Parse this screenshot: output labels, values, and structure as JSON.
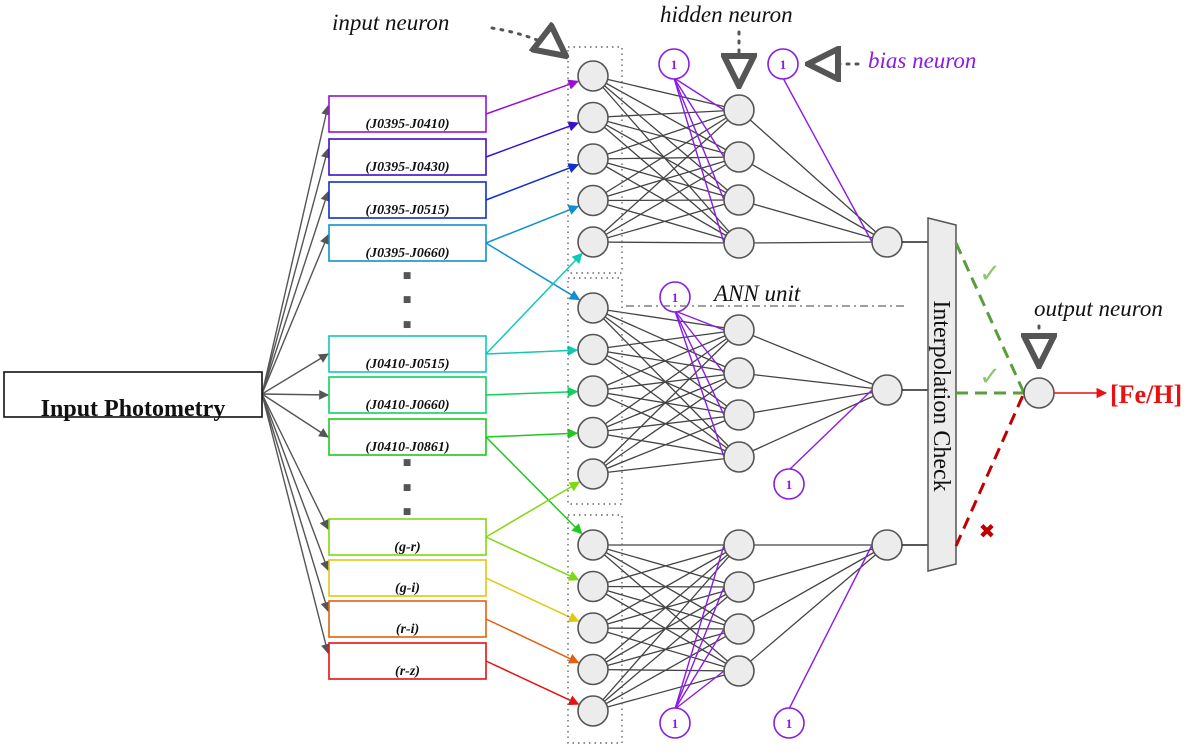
{
  "diagram": {
    "input_box": {
      "label": "Input Photometry"
    },
    "features": [
      {
        "label": "(J0395-J0410)",
        "color": "#9a10d4",
        "group": 0,
        "targets": [
          [
            0,
            0
          ]
        ]
      },
      {
        "label": "(J0395-J0430)",
        "color": "#3a10c8",
        "group": 0,
        "targets": [
          [
            0,
            1
          ]
        ]
      },
      {
        "label": "(J0395-J0515)",
        "color": "#1030c8",
        "group": 0,
        "targets": [
          [
            0,
            2
          ]
        ]
      },
      {
        "label": "(J0395-J0660)",
        "color": "#1090d0",
        "group": 0,
        "targets": [
          [
            0,
            3
          ],
          [
            1,
            0
          ]
        ]
      },
      {
        "label": "(J0410-J0515)",
        "color": "#10c8b8",
        "group": 1,
        "targets": [
          [
            0,
            4
          ],
          [
            1,
            1
          ]
        ]
      },
      {
        "label": "(J0410-J0660)",
        "color": "#10d060",
        "group": 1,
        "targets": [
          [
            1,
            2
          ]
        ]
      },
      {
        "label": "(J0410-J0861)",
        "color": "#20c820",
        "group": 1,
        "targets": [
          [
            1,
            3
          ],
          [
            2,
            0
          ]
        ]
      },
      {
        "label": "(g-r)",
        "color": "#80d810",
        "group": 2,
        "targets": [
          [
            1,
            4
          ],
          [
            2,
            1
          ]
        ]
      },
      {
        "label": "(g-i)",
        "color": "#e0c810",
        "group": 2,
        "targets": [
          [
            2,
            2
          ]
        ]
      },
      {
        "label": "(r-i)",
        "color": "#e06010",
        "group": 2,
        "targets": [
          [
            2,
            3
          ]
        ]
      },
      {
        "label": "(r-z)",
        "color": "#e81010",
        "group": 2,
        "targets": [
          [
            2,
            4
          ]
        ]
      }
    ],
    "ellipsis_marks": [
      "■",
      "■",
      "■"
    ],
    "ann_units": [
      {
        "inputs": 5,
        "hidden": 4,
        "hidden_bias": "1",
        "output_bias": "1",
        "status": "pass"
      },
      {
        "inputs": 5,
        "hidden": 4,
        "hidden_bias": "1",
        "output_bias": "1",
        "status": "pass"
      },
      {
        "inputs": 5,
        "hidden": 4,
        "hidden_bias": "1",
        "output_bias": "1",
        "status": "fail"
      }
    ],
    "annotations": {
      "input_neuron": "input neuron",
      "hidden_neuron": "hidden neuron",
      "bias_neuron": "bias neuron",
      "ann_unit": "ANN unit",
      "output_neuron": "output neuron"
    },
    "interpolation_check": {
      "label": "Interpolation Check"
    },
    "status_marks": {
      "pass": "✓",
      "fail": "✖"
    },
    "output": {
      "label": "[Fe/H]"
    },
    "colors": {
      "bias": "#8a1be6",
      "pass": "#5a9e3c",
      "pass_mark": "#8cc86a",
      "fail": "#c00000",
      "output": "#e81010"
    }
  }
}
